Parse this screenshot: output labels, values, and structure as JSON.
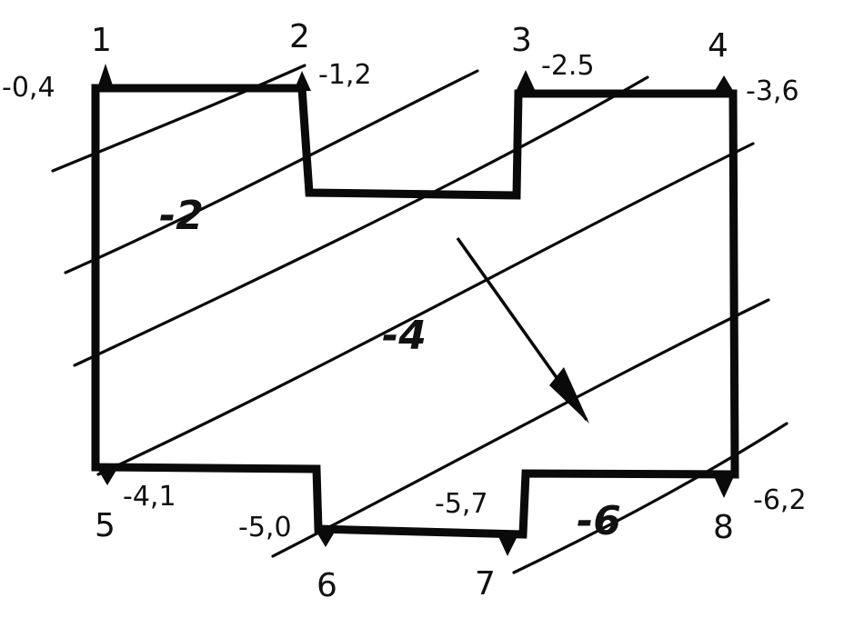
{
  "points": [
    {
      "number": "1",
      "elevation": "-0,4"
    },
    {
      "number": "2",
      "elevation": "-1,2"
    },
    {
      "number": "3",
      "elevation": "-2.5"
    },
    {
      "number": "4",
      "elevation": "-3,6"
    },
    {
      "number": "5",
      "elevation": "-4,1"
    },
    {
      "number": "6",
      "elevation": "-5,0"
    },
    {
      "number": "7",
      "elevation": "-5,7"
    },
    {
      "number": "8",
      "elevation": "-6,2"
    }
  ],
  "contour_labels": [
    "-2",
    "-4",
    "-6"
  ],
  "colors": {
    "ink": "#0a0a0a",
    "paper": "#ffffff"
  },
  "arrow": {
    "meaning": "slope direction"
  }
}
